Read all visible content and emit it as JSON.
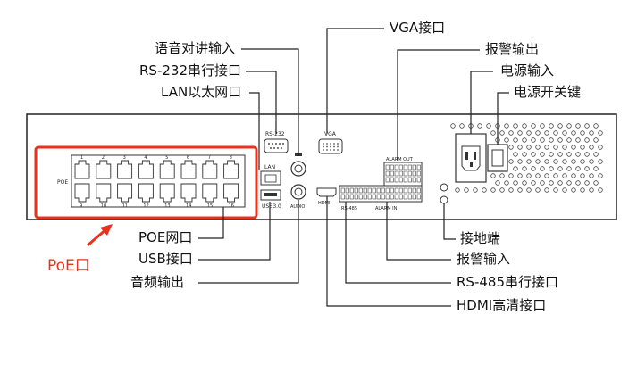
{
  "labels": {
    "talk_in": "语音对讲输入",
    "rs232": "RS-232串行接口",
    "lan": "LAN以太网口",
    "vga": "VGA接口",
    "alarm_out": "报警输出",
    "power_in": "电源输入",
    "power_switch": "电源开关键",
    "ground": "接地端",
    "alarm_in": "报警输入",
    "rs485": "RS-485串行接口",
    "hdmi": "HDMI高清接口",
    "poe_port": "POE网口",
    "usb": "USB接口",
    "audio_out": "音频输出",
    "poe_callout": "PoE口"
  },
  "panel": {
    "poe_label": "POE",
    "top_numbers": [
      "1",
      "2",
      "3",
      "4",
      "5",
      "6",
      "7",
      "8"
    ],
    "bottom_numbers": [
      "9",
      "10",
      "11",
      "12",
      "13",
      "14",
      "15",
      "16"
    ],
    "rs232_tag": "RS-232",
    "lan_tag": "LAN",
    "usb_tag": "USB3.0",
    "audio_tag": "AUDIO",
    "vga_tag": "VGA",
    "hdmi_tag": "HDMI",
    "rs485_tag": "RS-485",
    "alarm_out_tag": "ALARM OUT",
    "alarm_in_tag": "ALARM IN"
  },
  "colors": {
    "highlight": "#e8321e",
    "line": "#222222"
  }
}
